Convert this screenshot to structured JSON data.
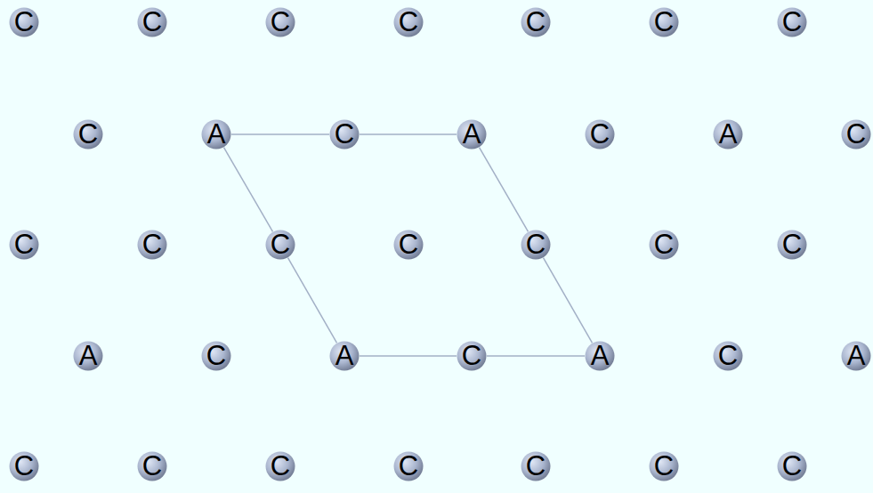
{
  "diagram": {
    "nodes": [
      {
        "text": [
          "C"
        ]
      },
      {
        "text": [
          "C"
        ]
      },
      {
        "text": [
          "C"
        ]
      },
      {
        "text": [
          "C"
        ]
      },
      {
        "text": [
          "C"
        ]
      },
      {
        "text": [
          "C"
        ]
      },
      {
        "text": [
          "C"
        ]
      },
      {
        "text": [
          "C"
        ]
      },
      {
        "text": [
          "A"
        ]
      },
      {
        "text": [
          "C"
        ]
      },
      {
        "text": [
          "A"
        ]
      },
      {
        "text": [
          "C"
        ]
      },
      {
        "text": [
          "A"
        ]
      },
      {
        "text": [
          "C"
        ]
      },
      {
        "text": [
          "C"
        ]
      },
      {
        "text": [
          "C"
        ]
      },
      {
        "text": [
          "C"
        ]
      },
      {
        "text": [
          "C"
        ]
      },
      {
        "text": [
          "C"
        ]
      },
      {
        "text": [
          "C"
        ]
      },
      {
        "text": [
          "C"
        ]
      },
      {
        "text": [
          "A"
        ]
      },
      {
        "text": [
          "C"
        ]
      },
      {
        "text": [
          "A"
        ]
      },
      {
        "text": [
          "C"
        ]
      },
      {
        "text": [
          "A"
        ]
      },
      {
        "text": [
          "C"
        ]
      },
      {
        "text": [
          "A"
        ]
      },
      {
        "text": [
          "C"
        ]
      },
      {
        "text": [
          "C"
        ]
      },
      {
        "text": [
          "C"
        ]
      },
      {
        "text": [
          "C"
        ]
      },
      {
        "text": [
          "C"
        ]
      },
      {
        "text": [
          "C"
        ]
      },
      {
        "text": [
          "C"
        ]
      }
    ],
    "edges": [
      {
        "from": 8,
        "to": 9,
        "arrow": "none"
      },
      {
        "from": 9,
        "to": 10,
        "arrow": "none"
      },
      {
        "from": 8,
        "to": 16,
        "arrow": "none"
      },
      {
        "from": 16,
        "to": 23,
        "arrow": "none"
      },
      {
        "from": 10,
        "to": 18,
        "arrow": "none"
      },
      {
        "from": 18,
        "to": 25,
        "arrow": "none"
      },
      {
        "from": 23,
        "to": 24,
        "arrow": "none"
      },
      {
        "from": 24,
        "to": 25,
        "arrow": "none"
      }
    ]
  }
}
